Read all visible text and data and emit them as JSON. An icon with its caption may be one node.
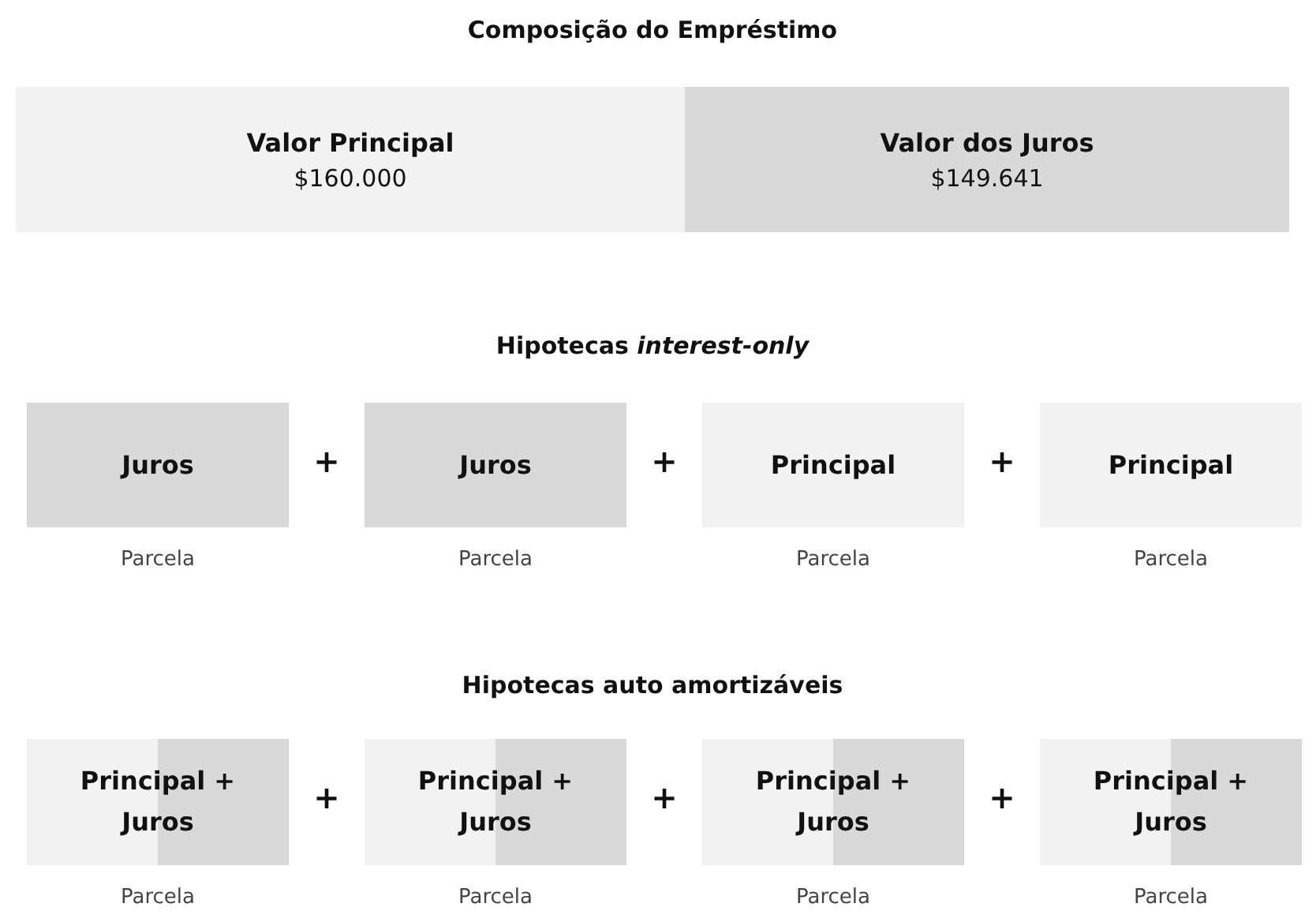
{
  "diagram": {
    "title": "Composição do Empréstimo",
    "nodes": [
      {
        "text": [
          "Valor Principal",
          "$160.000"
        ]
      },
      {
        "text": [
          "Valor dos Juros",
          "$149.641"
        ]
      },
      {
        "text": [
          "Juros"
        ],
        "beside": [
          "Parcela"
        ]
      },
      {
        "text": [
          "Juros"
        ],
        "beside": [
          "Parcela"
        ]
      },
      {
        "text": [
          "Principal"
        ],
        "beside": [
          "Parcela"
        ]
      },
      {
        "text": [
          "Principal"
        ],
        "beside": [
          "Parcela"
        ]
      },
      {
        "text": [
          "Principal + Juros"
        ],
        "beside": [
          "Parcela"
        ]
      },
      {
        "text": [
          "Principal + Juros"
        ],
        "beside": [
          "Parcela"
        ]
      },
      {
        "text": [
          "Principal + Juros"
        ],
        "beside": [
          "Parcela"
        ]
      },
      {
        "text": [
          "Principal + Juros"
        ],
        "beside": [
          "Parcela"
        ]
      }
    ],
    "labels": [
      "Hipotecas *interest-only*",
      "+",
      "+",
      "+",
      "Hipotecas auto amortizáveis",
      "+",
      "+",
      "+"
    ]
  }
}
